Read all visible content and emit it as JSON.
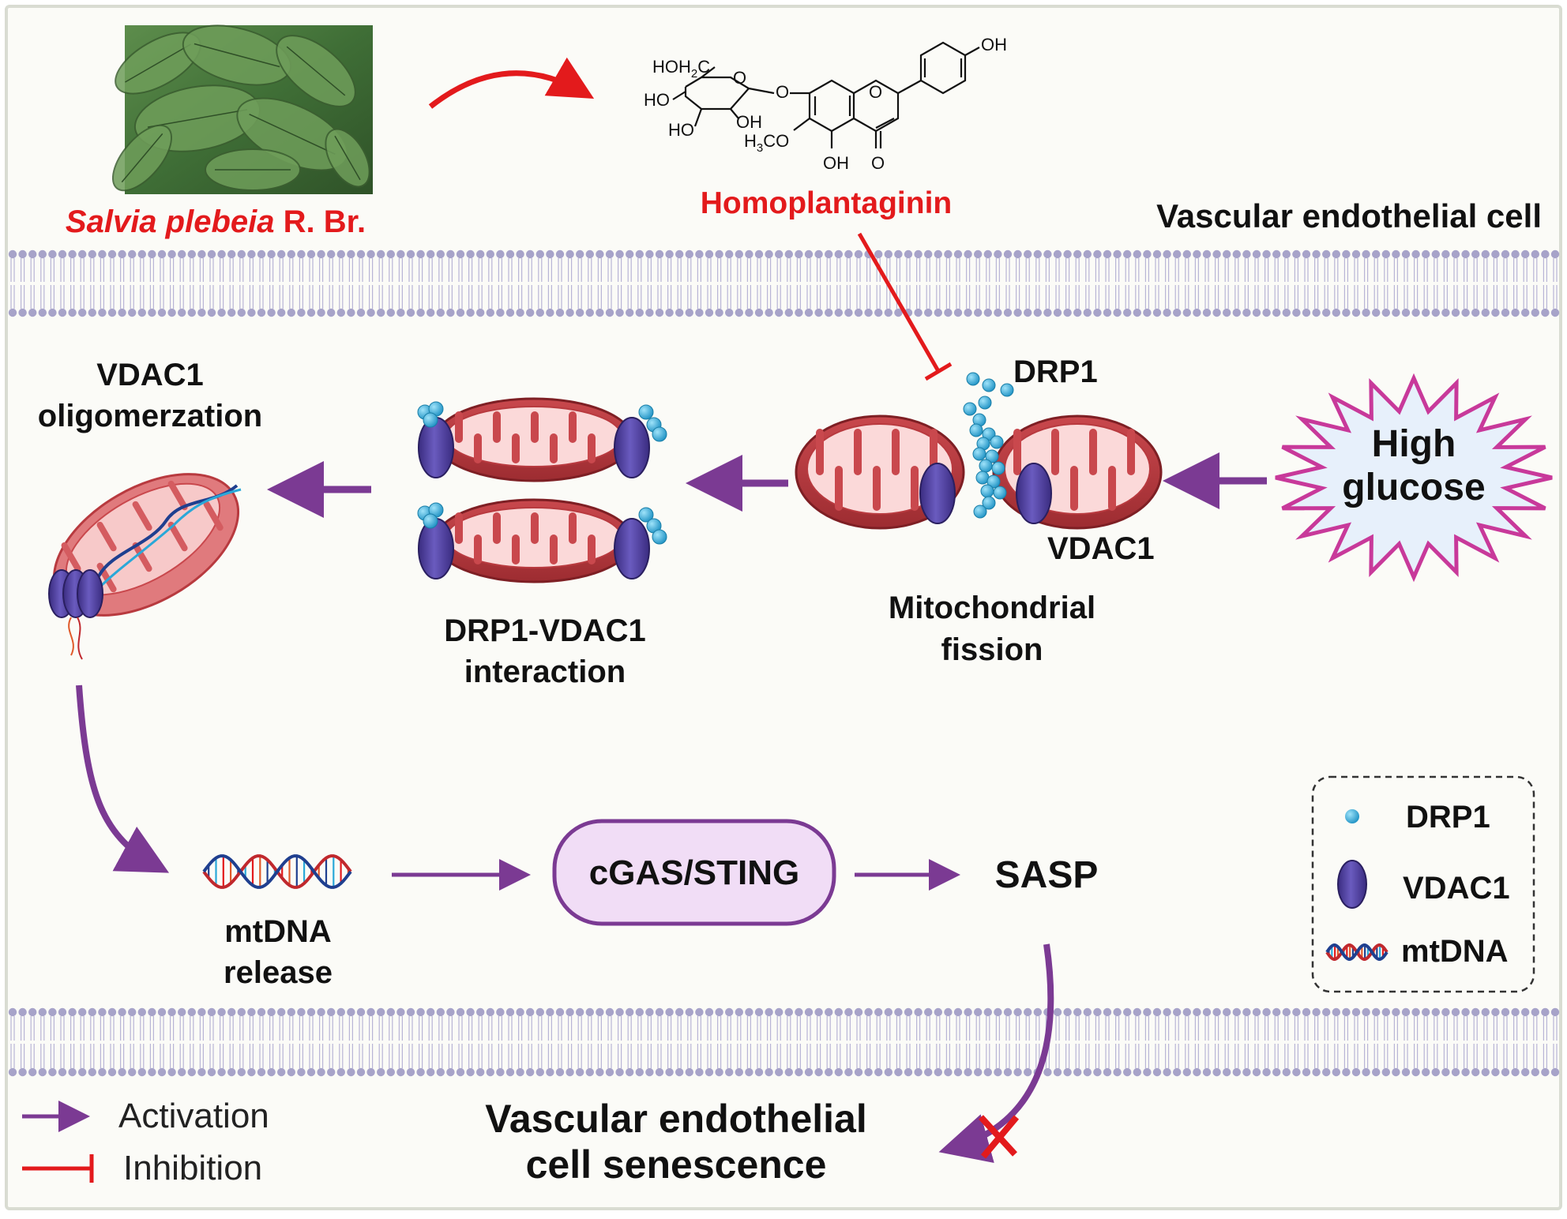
{
  "plant": {
    "genus_species": "Salvia plebeia",
    "author": " R. Br."
  },
  "compound": {
    "name": "Homoplantaginin",
    "groups": {
      "hoh2c": "HOH",
      "hoh2c_sub": "2",
      "hoh2c_c": "C",
      "o_ring": "O",
      "ho1": "HO",
      "ho2": "HO",
      "oh_sugar": "OH",
      "o_link": "O",
      "o_pyran": "O",
      "h3co_h": "H",
      "h3co_sub": "3",
      "h3co_co": "CO",
      "oh_5": "OH",
      "o_keto": "O",
      "oh_phenyl": "OH"
    }
  },
  "cell_label": "Vascular endothelial cell",
  "drp1_label": "DRP1",
  "vdac1_label": "VDAC1",
  "high_glucose": {
    "line1": "High",
    "line2": "glucose"
  },
  "mito_fission": {
    "line1": "Mitochondrial",
    "line2": "fission"
  },
  "drp1_vdac1": {
    "line1": "DRP1-VDAC1",
    "line2": "interaction"
  },
  "vdac1_oligo": {
    "line1": "VDAC1",
    "line2": "oligomerzation"
  },
  "mtdna_release": {
    "line1": "mtDNA",
    "line2": "release"
  },
  "cgas": "cGAS/STING",
  "sasp": "SASP",
  "senescence": {
    "line1": "Vascular endothelial",
    "line2": "cell senescence"
  },
  "key": {
    "activation": "Activation",
    "inhibition": "Inhibition"
  },
  "legend": {
    "drp1": "DRP1",
    "vdac1": "VDAC1",
    "mtdna": "mtDNA"
  },
  "colors": {
    "activation": "#7b3a93",
    "inhibition": "#e31a1c",
    "title_red": "#e31a1c",
    "membrane": "#a7a3c9",
    "mito_outer": "#b83a3f",
    "mito_inner": "#fbd9d9",
    "vdac1": "#4b3d96",
    "drp1": "#2aa8d8",
    "cgas_fill": "#f1ddf6",
    "burst_fill": "#e7f0fb",
    "burst_stroke": "#c8399a"
  }
}
